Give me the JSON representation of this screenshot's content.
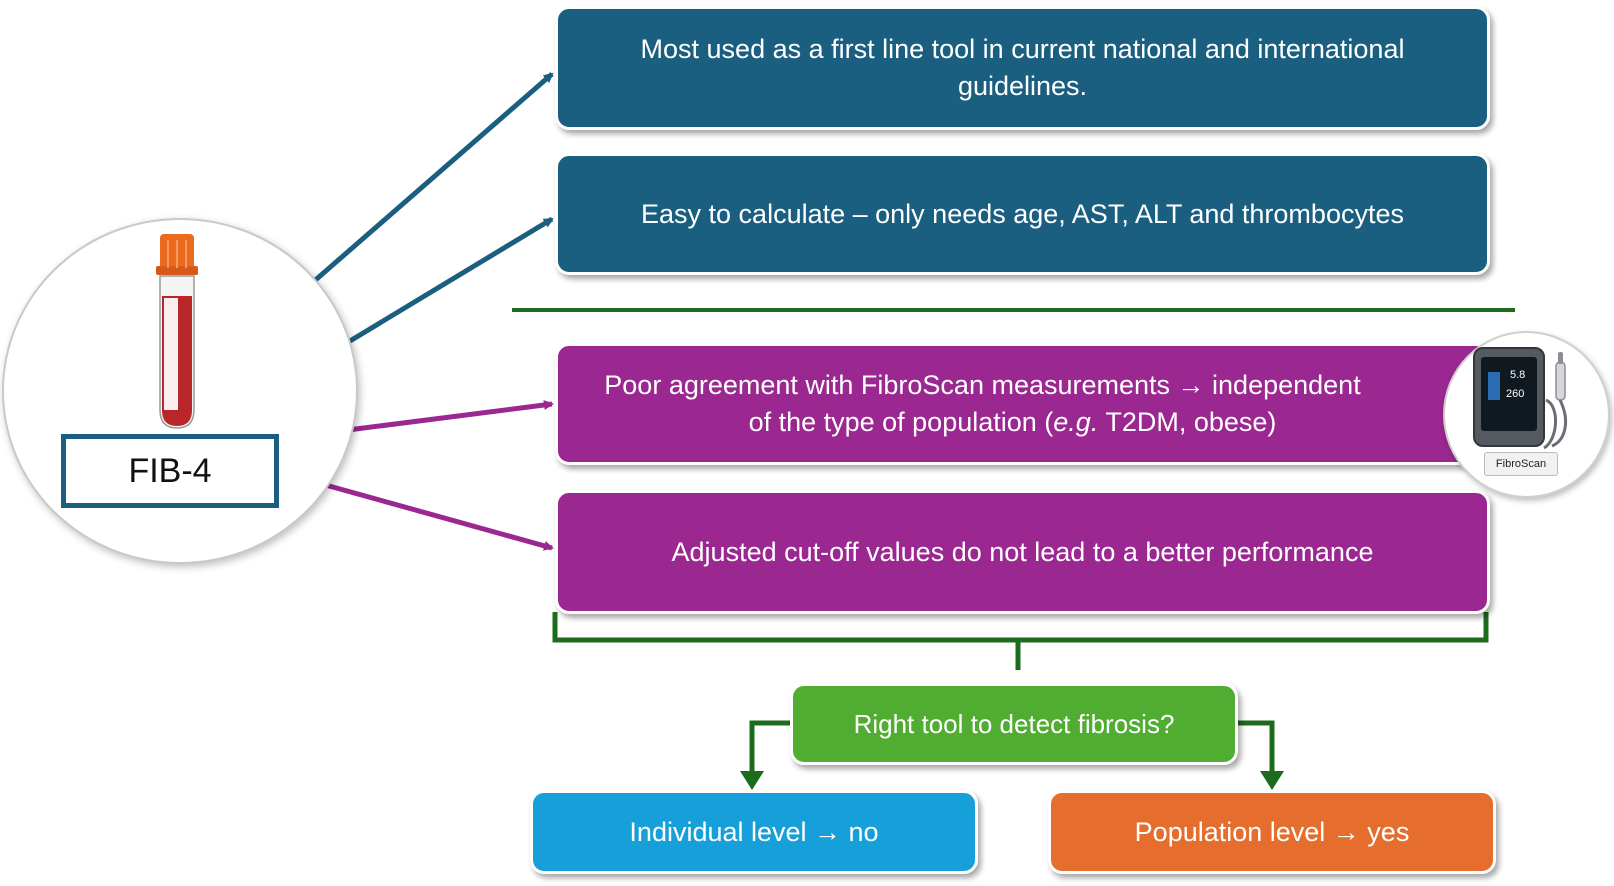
{
  "fib": {
    "label": "FIB-4"
  },
  "pros": [
    "Most used as a first line tool in current national and international guidelines.",
    "Easy to calculate – only needs age, AST, ALT and thrombocytes"
  ],
  "cons": {
    "agreement_line1": "Poor agreement with FibroScan measurements → independent",
    "agreement_line2_pre": "of the type of population (",
    "agreement_eg": "e.g.",
    "agreement_line2_post": " T2DM, obese)",
    "cutoff": "Adjusted cut-off values do not lead to a better performance"
  },
  "question": "Right tool to detect fibrosis?",
  "outcomes": {
    "individual": "Individual level → no",
    "population": "Population level → yes"
  },
  "device": {
    "label": "FibroScan",
    "reading1": "5.8",
    "reading2": "260"
  },
  "colors": {
    "pro_box": "#1b5f80",
    "con_box": "#9b2790",
    "question_box": "#51ad32",
    "individual_box": "#179fd9",
    "population_box": "#e56e2f",
    "divider": "#1d6b1d"
  }
}
